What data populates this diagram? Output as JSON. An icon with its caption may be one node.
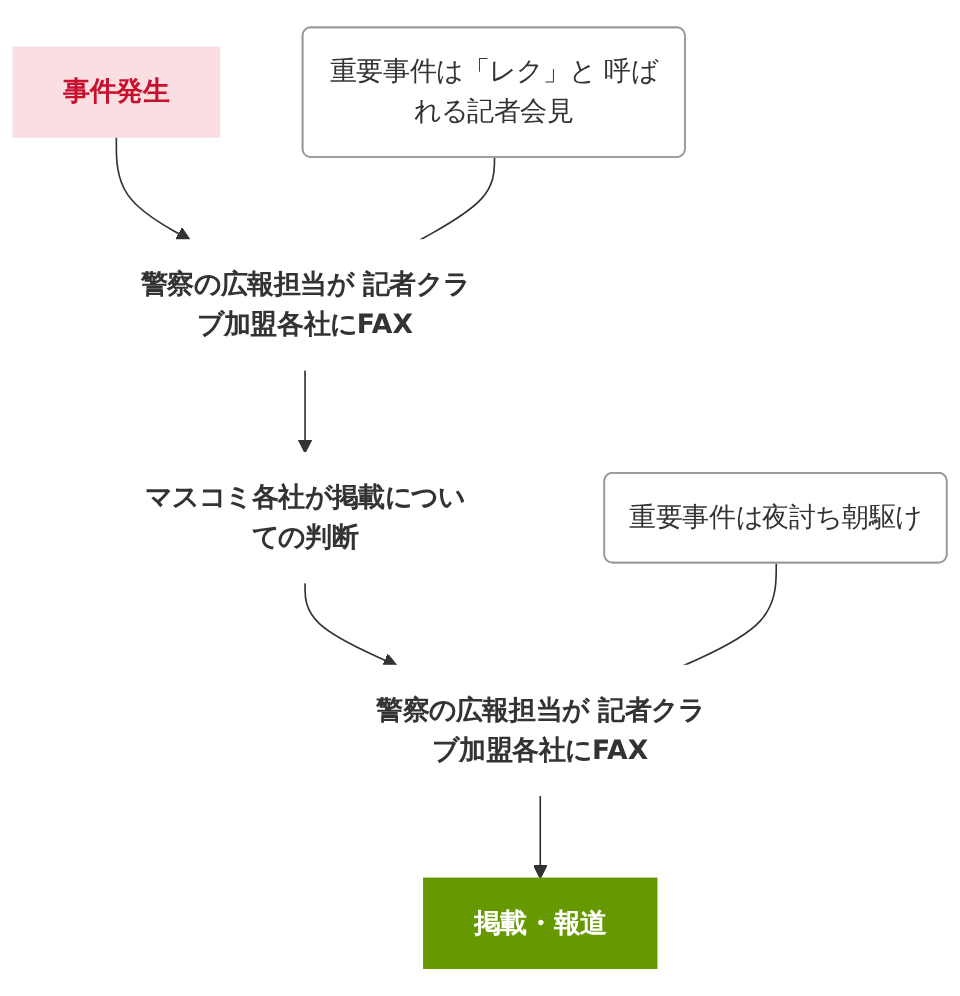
{
  "diagram": {
    "nodes": [
      {
        "text": [
          "事件発生"
        ]
      },
      {
        "text": [
          "警察の広報担当が 記者クラブ加盟各社にFAX"
        ]
      },
      {
        "text": [
          "重要事件は「レク」と 呼ばれる記者会見"
        ]
      },
      {
        "text": [
          "マスコミ各社が掲載についての判断"
        ]
      },
      {
        "text": [
          "警察の広報担当が 記者クラブ加盟各社にFAX"
        ]
      },
      {
        "text": [
          "重要事件は夜討ち朝駆け"
        ]
      },
      {
        "text": [
          "掲載・報道"
        ]
      }
    ],
    "edges": [
      {
        "from": 0,
        "to": 1,
        "arrow": "to"
      },
      {
        "from": 2,
        "to": 1,
        "arrow": "none"
      },
      {
        "from": 1,
        "to": 3,
        "arrow": "to"
      },
      {
        "from": 3,
        "to": 4,
        "arrow": "to"
      },
      {
        "from": 5,
        "to": 4,
        "arrow": "none"
      },
      {
        "from": 4,
        "to": 6,
        "arrow": "to"
      }
    ]
  }
}
